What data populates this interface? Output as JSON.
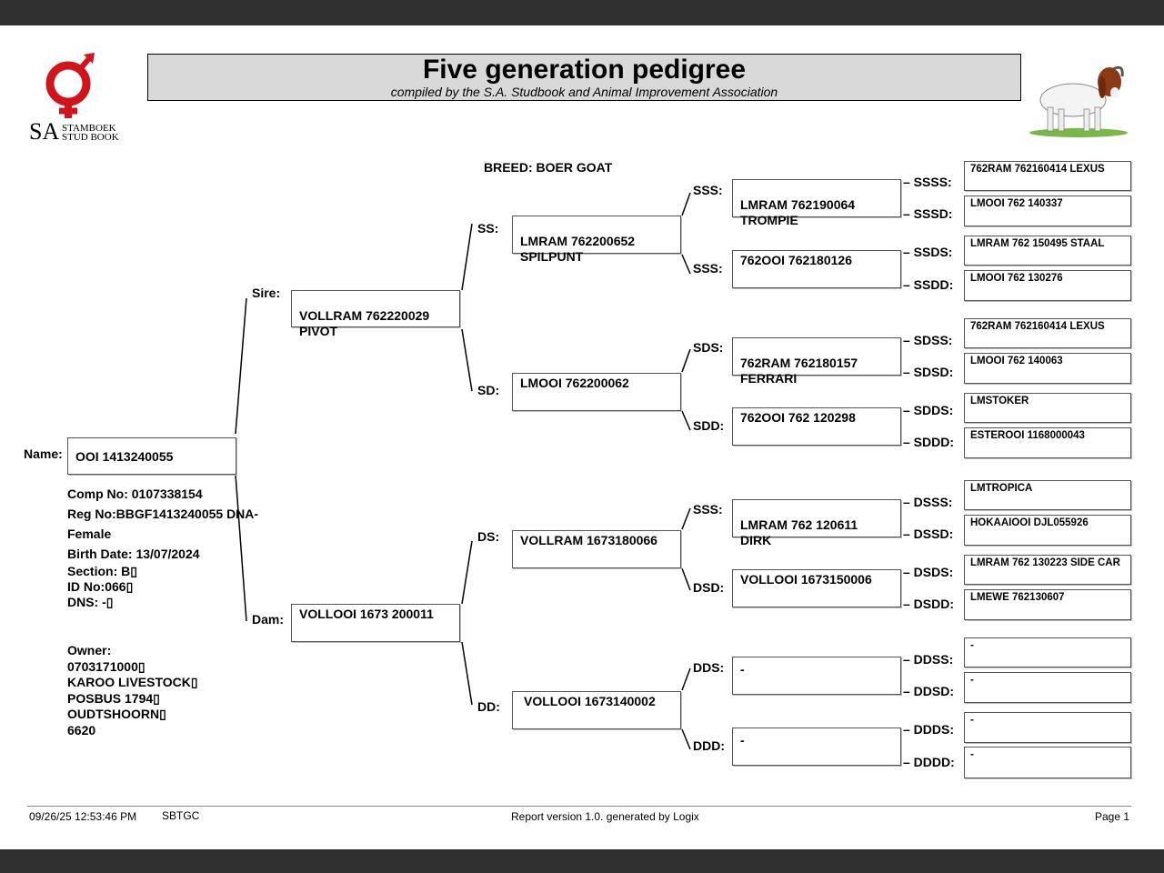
{
  "header": {
    "title": "Five generation pedigree",
    "subtitle": "compiled by the S.A. Studbook and Animal Improvement Association",
    "logo_text": "SA",
    "logo_sub1": "STAMBOEK",
    "logo_sub2": "STUD BOOK",
    "logo_color": "#d0141e"
  },
  "breed": "BREED: BOER GOAT",
  "animal": {
    "name_label": "Name:",
    "name": "OOI 1413240055",
    "comp_no": "Comp No: 0107338154",
    "reg_no": "Reg No:BBGF1413240055 DNA-",
    "sex": "Female",
    "birth_date": "Birth Date: 13/07/2024",
    "section": "Section: B▯",
    "id_no": "ID No:066▯",
    "dns": "DNS: -▯"
  },
  "owner": {
    "label": "Owner:",
    "line1": "0703171000▯",
    "line2": "KAROO LIVESTOCK▯",
    "line3": "POSBUS 1794▯",
    "line4": "OUDTSHOORN▯",
    "line5": "6620"
  },
  "gen2": {
    "sire_label": "Sire:",
    "sire": "VOLLRAM 762220029\nPIVOT",
    "dam_label": "Dam:",
    "dam": "VOLLOOI 1673 200011"
  },
  "gen3": {
    "ss_label": "SS:",
    "ss": "LMRAM 762200652\nSPILPUNT",
    "sd_label": "SD:",
    "sd": "LMOOI 762200062",
    "ds_label": "DS:",
    "ds": "VOLLRAM 1673180066",
    "dd_label": "DD:",
    "dd": "VOLLOOI 1673140002"
  },
  "gen4": {
    "sss_label": "SSS:",
    "sss": "LMRAM 762190064\nTROMPIE",
    "ssd_label": "SSS:",
    "ssd": "762OOI 762180126",
    "sds_label": "SDS:",
    "sds": "762RAM 762180157\nFERRARI",
    "sdd_label": "SDD:",
    "sdd": "762OOI 762 120298",
    "dss_label": "SSS:",
    "dss": "LMRAM 762 120611\nDIRK",
    "dsd_label": "DSD:",
    "dsd": "VOLLOOI 1673150006",
    "dds_label": "DDS:",
    "dds": "-",
    "ddd_label": "DDD:",
    "ddd": "-"
  },
  "gen5": {
    "ssss_label": "– SSSS:",
    "ssss": "762RAM 762160414 LEXUS",
    "sssd_label": "– SSSD:",
    "sssd": "LMOOI 762 140337",
    "ssds_label": "– SSDS:",
    "ssds": "LMRAM 762 150495 STAAL",
    "ssdd_label": "– SSDD:",
    "ssdd": "LMOOI 762 130276",
    "sdss_label": "– SDSS:",
    "sdss": "762RAM 762160414 LEXUS",
    "sdsd_label": "– SDSD:",
    "sdsd": "LMOOI 762 140063",
    "sdds_label": "– SDDS:",
    "sdds": "LMSTOKER",
    "sddd_label": "– SDDD:",
    "sddd": "ESTEROOI 1168000043",
    "dsss_label": "– DSSS:",
    "dsss": "LMTROPICA",
    "dssd_label": "– DSSD:",
    "dssd": "HOKAAIOOI DJL055926",
    "dsds_label": "– DSDS:",
    "dsds": "LMRAM 762 130223 SIDE CAR",
    "dsdd_label": "– DSDD:",
    "dsdd": "LMEWE 762130607",
    "ddss_label": "– DDSS:",
    "ddss": "-",
    "ddsd_label": "– DDSD:",
    "ddsd": "-",
    "ddds_label": "– DDDS:",
    "ddds": "-",
    "dddd_label": "– DDDD:",
    "dddd": "-"
  },
  "footer": {
    "datetime": "09/26/25 12:53:46 PM",
    "code": "SBTGC",
    "report": "Report version 1.0. generated by Logix",
    "page": "Page 1"
  }
}
